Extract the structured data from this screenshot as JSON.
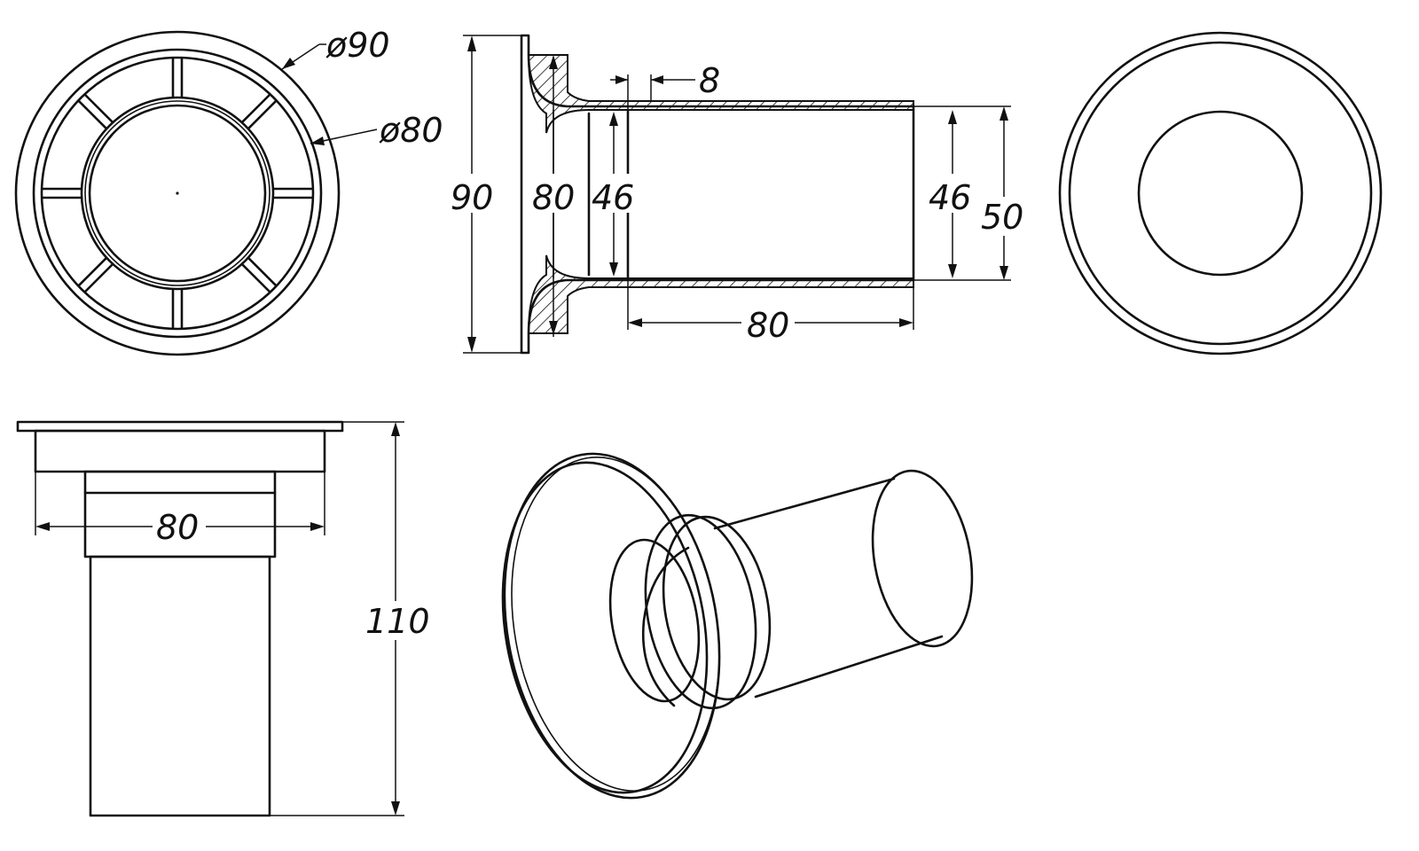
{
  "front_view": {
    "outer_diameter_label": "ø90",
    "inner_diameter_label": "ø80"
  },
  "section_view": {
    "flange_height_label": "90",
    "flange_inner_label": "80",
    "tube_inner_left_label": "46",
    "wall_step_label": "8",
    "tube_inner_right_label": "46",
    "tube_outer_label": "50",
    "tube_length_label": "80"
  },
  "side_view": {
    "flange_width_label": "80",
    "total_height_label": "110"
  }
}
